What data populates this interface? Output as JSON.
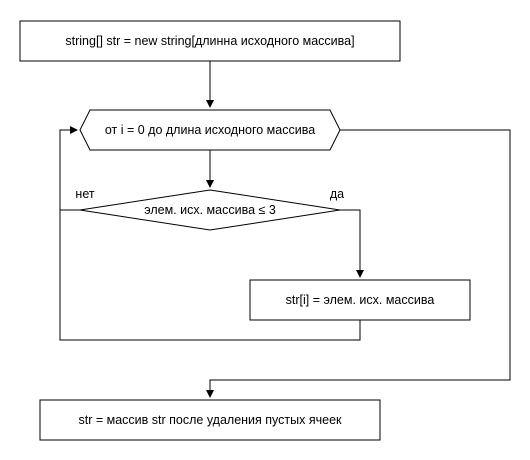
{
  "nodes": {
    "init": "string[] str = new string[длинна исходного массива]",
    "loop": "от i = 0 до длина исходного массива",
    "condition": "элем. исх. массива ≤ 3",
    "assign": "str[i] = элем. исх. массива",
    "result": "str = массив str после удаления пустых ячеек"
  },
  "branches": {
    "no": "нет",
    "yes": "да"
  },
  "colors": {
    "stroke": "#000000",
    "fill": "#ffffff",
    "text": "#000000"
  }
}
